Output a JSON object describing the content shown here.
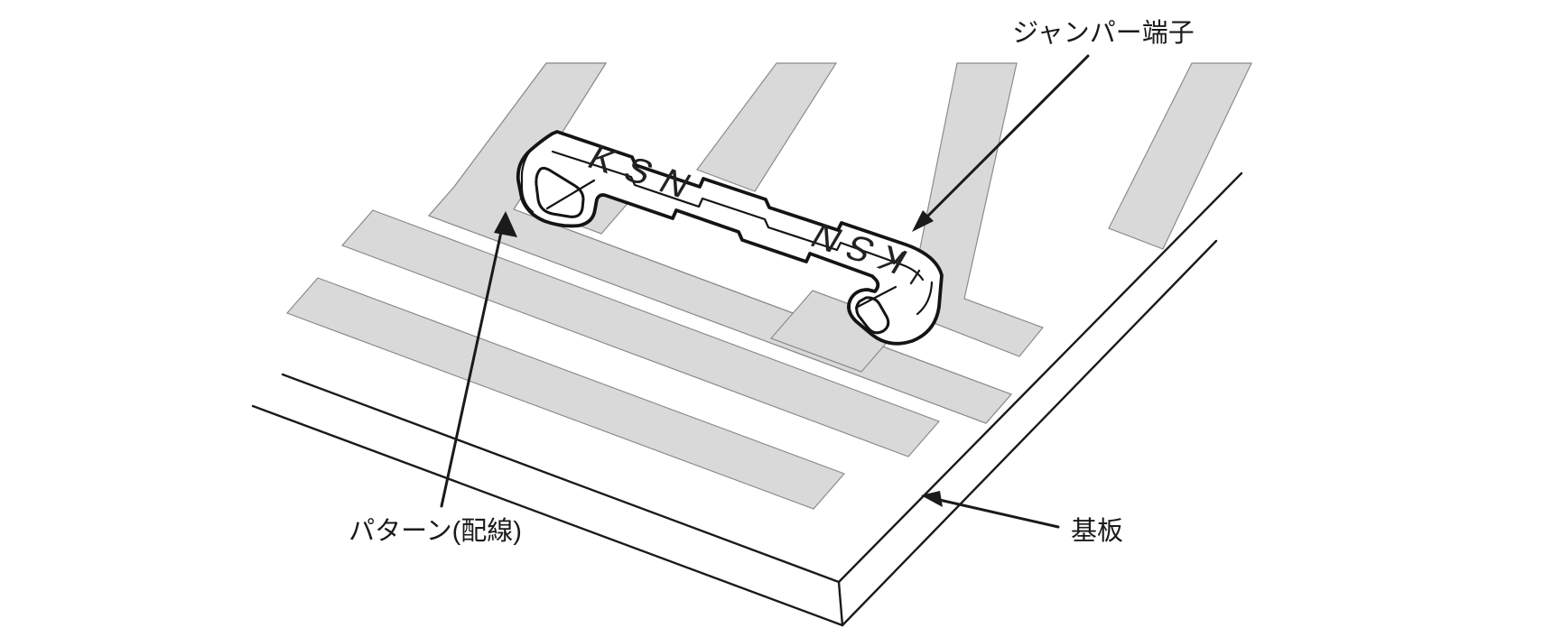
{
  "figure": {
    "description": "Isometric illustration of a jumper terminal bridging circuit-board wiring patterns on a substrate",
    "labels": {
      "jumper_terminal": "ジャンパー端子",
      "pattern_wiring": "パターン(配線)",
      "board": "基板"
    },
    "jumper": {
      "marking_top": "KSN",
      "marking_front": "KSN"
    },
    "colors": {
      "background": "#ffffff",
      "trace_fill": "#d9d9d9",
      "trace_outline": "#8c8c8c",
      "line_ink": "#1a1a1a"
    }
  }
}
